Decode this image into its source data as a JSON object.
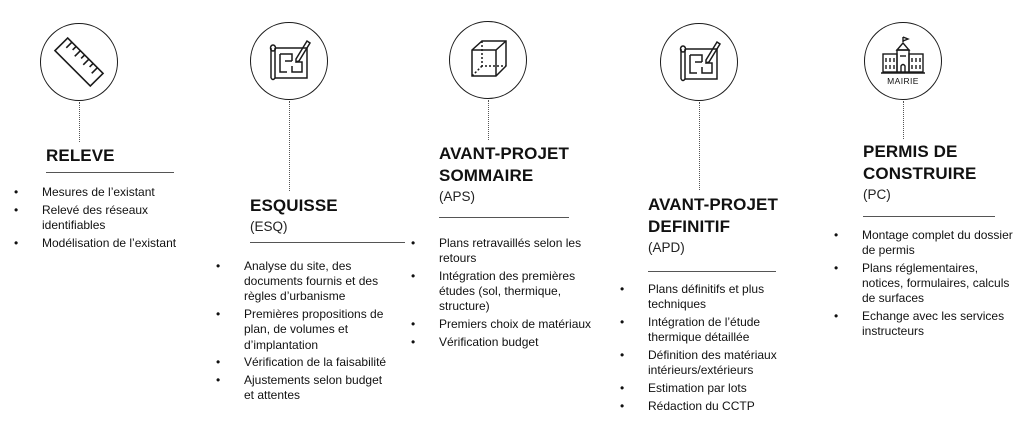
{
  "phases": [
    {
      "title": [
        "RELEVE"
      ],
      "abbr": "",
      "icon": "ruler-icon",
      "items": [
        "Mesures de l’existant",
        "Relevé des réseaux identifiables",
        "Modélisation de l’existant"
      ]
    },
    {
      "title": [
        "ESQUISSE"
      ],
      "abbr": "(ESQ)",
      "icon": "blueprint-pencil-icon",
      "items": [
        "Analyse du site, des documents fournis et des règles d’urbanisme",
        "Premières propositions de plan, de volumes et d’implantation",
        "Vérification de la faisabilité",
        "Ajustements selon budget et attentes"
      ]
    },
    {
      "title": [
        "AVANT-PROJET",
        "SOMMAIRE"
      ],
      "abbr": "(APS)",
      "icon": "cube-icon",
      "items": [
        "Plans retravaillés selon les retours",
        "Intégration des premières études (sol, thermique, structure)",
        "Premiers choix de matériaux",
        "Vérification budget"
      ]
    },
    {
      "title": [
        "AVANT-PROJET",
        "DEFINITIF"
      ],
      "abbr": "(APD)",
      "icon": "blueprint-pencil-icon",
      "items": [
        "Plans définitifs et plus techniques",
        "Intégration de l’étude thermique détaillée",
        "Définition des matériaux intérieurs/extérieurs",
        "Estimation par lots",
        "Rédaction du CCTP"
      ]
    },
    {
      "title": [
        "PERMIS DE",
        "CONSTRUIRE"
      ],
      "abbr": "(PC)",
      "icon": "town-hall-icon",
      "icon_label": "MAIRIE",
      "items": [
        "Montage complet du dossier de permis",
        "Plans réglementaires, notices, formulaires, calculs de surfaces",
        "Echange avec les services instructeurs"
      ]
    }
  ]
}
